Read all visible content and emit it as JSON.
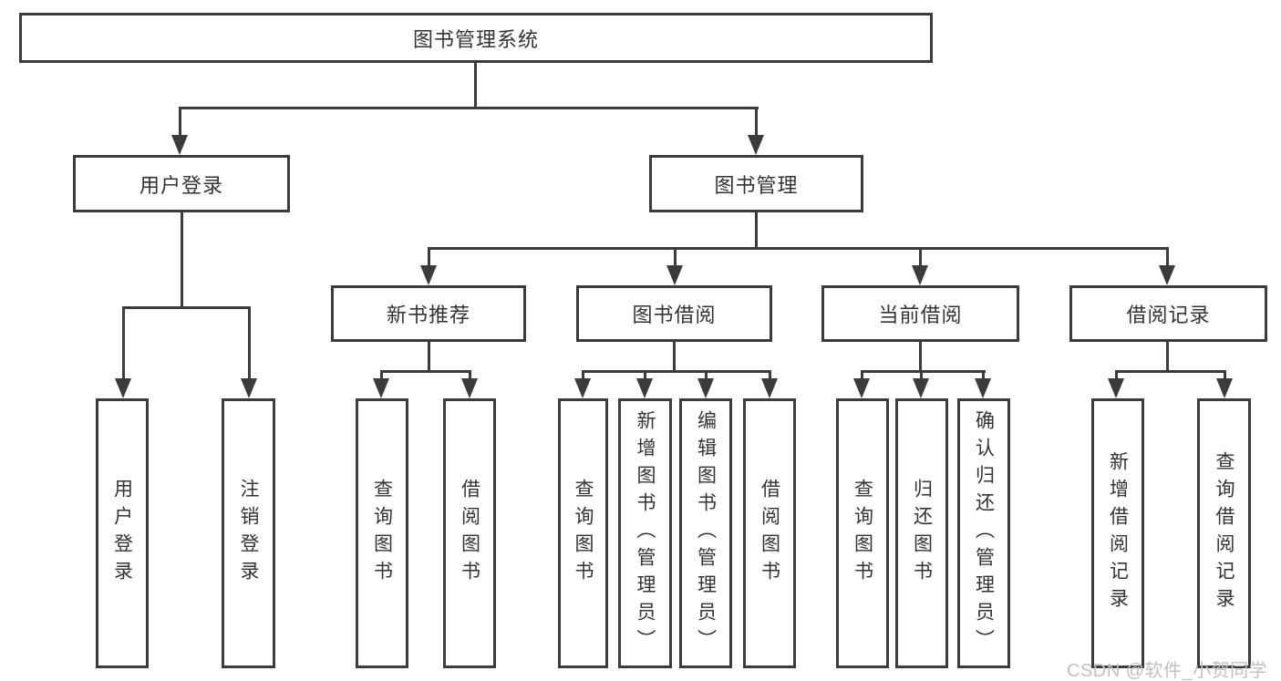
{
  "diagram": {
    "root": {
      "label": "图书管理系统"
    },
    "level2": [
      {
        "label": "用户登录"
      },
      {
        "label": "图书管理"
      }
    ],
    "level3": [
      {
        "label": "新书推荐"
      },
      {
        "label": "图书借阅"
      },
      {
        "label": "当前借阅"
      },
      {
        "label": "借阅记录"
      }
    ],
    "leaves": {
      "user_login": [
        {
          "label": "用户登录"
        },
        {
          "label": "注销登录"
        }
      ],
      "new_book": [
        {
          "label": "查询图书"
        },
        {
          "label": "借阅图书"
        }
      ],
      "book_borrow": [
        {
          "label": "查询图书"
        },
        {
          "label": "新增图书（管理员）"
        },
        {
          "label": "编辑图书（管理员）"
        },
        {
          "label": "借阅图书"
        }
      ],
      "current_borrow": [
        {
          "label": "查询图书"
        },
        {
          "label": "归还图书"
        },
        {
          "label": "确认归还（管理员）"
        }
      ],
      "borrow_record": [
        {
          "label": "新增借阅记录"
        },
        {
          "label": "查询借阅记录"
        }
      ]
    },
    "watermark": "CSDN @软件_小贺同学",
    "colors": {
      "line": "#3b3b3b",
      "text": "#333333",
      "watermark": "#bcc1c8",
      "background": "#ffffff"
    }
  }
}
